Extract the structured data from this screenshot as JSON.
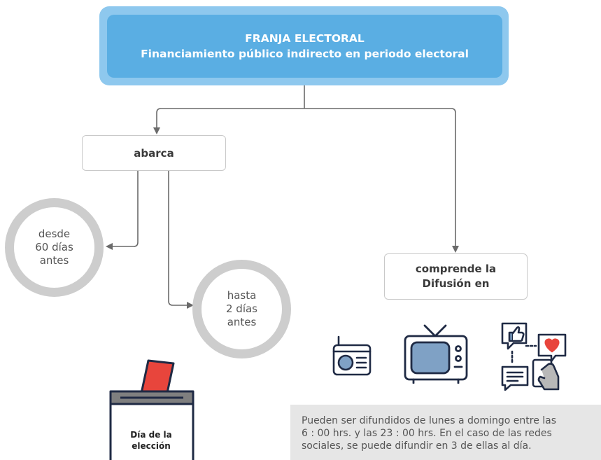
{
  "title": {
    "line1": "FRANJA ELECTORAL",
    "line2": "Financiamiento público indirecto en periodo electoral"
  },
  "abarca": {
    "label": "abarca"
  },
  "desde": {
    "line1": "desde",
    "line2": "60 días",
    "line3": "antes"
  },
  "hasta": {
    "line1": "hasta",
    "line2": "2 días",
    "line3": "antes"
  },
  "comprende": {
    "line1": "comprende la",
    "line2": "Difusión en"
  },
  "ballot": {
    "line1": "Día de la",
    "line2": "elección"
  },
  "note": {
    "line1": "Pueden ser difundidos de lunes a domingo entre las",
    "line2": "6 : 00 hrs. y las 23 : 00 hrs. En el  caso de  las redes",
    "line3": "sociales, se puede difundir en 3 de ellas al día."
  },
  "media_icons": [
    "radio-icon",
    "television-icon",
    "social-media-icon"
  ],
  "colors": {
    "title_outer": "#8ec8ee",
    "title_inner": "#5aaee3",
    "connector": "#6a6a6a",
    "icon_blue": "#7fa1c5",
    "ballot_paper": "#e8453c"
  }
}
